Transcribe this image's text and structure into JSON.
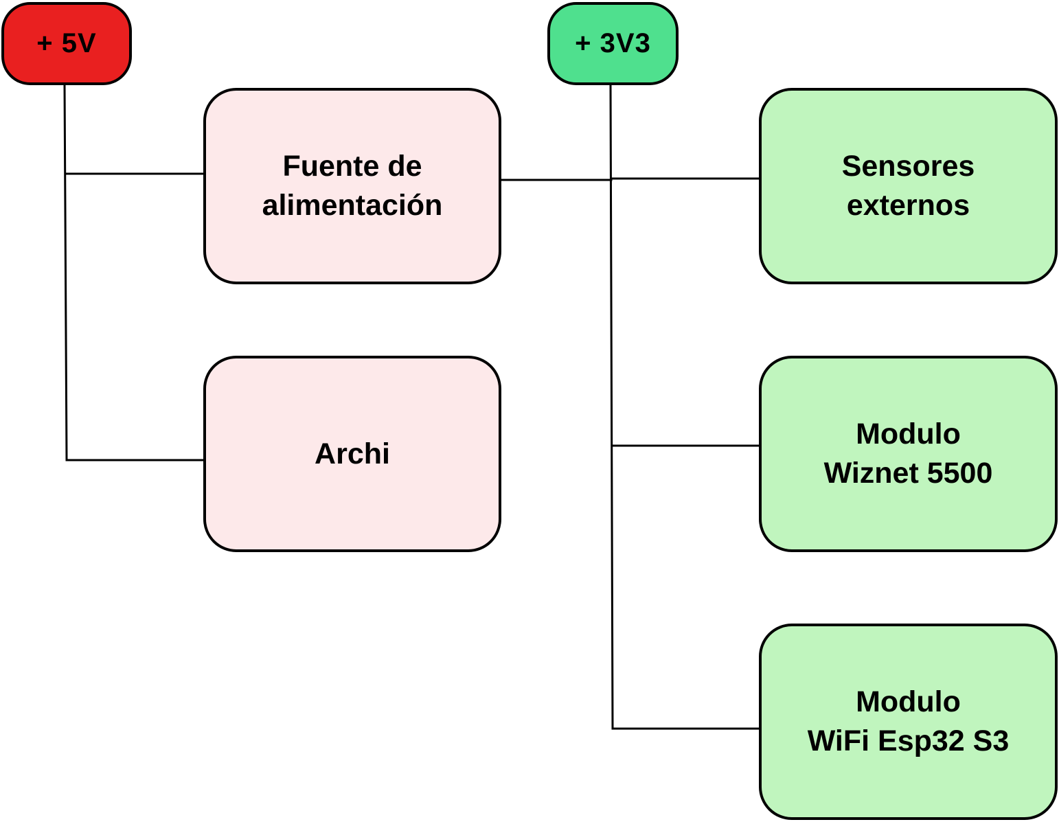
{
  "rails": {
    "v5": {
      "label": "+ 5V",
      "color": "#E92020"
    },
    "v3v3": {
      "label": "+ 3V3",
      "color": "#4FE08E"
    }
  },
  "blocks": {
    "fuente": {
      "label": "Fuente de\nalimentación",
      "color": "#FDE9EA"
    },
    "archi": {
      "label": "Archi",
      "color": "#FDE9EA"
    },
    "sensores": {
      "label": "Sensores\nexternos",
      "color": "#C0F5BE"
    },
    "wiznet": {
      "label": "Modulo\nWiznet 5500",
      "color": "#C0F5BE"
    },
    "esp32": {
      "label": "Modulo\nWiFi Esp32 S3",
      "color": "#C0F5BE"
    }
  },
  "connections": [
    {
      "from": "+ 5V",
      "to": "Fuente de alimentación"
    },
    {
      "from": "+ 5V",
      "to": "Archi"
    },
    {
      "from": "Fuente de alimentación",
      "to": "+ 3V3"
    },
    {
      "from": "+ 3V3",
      "to": "Sensores externos"
    },
    {
      "from": "+ 3V3",
      "to": "Modulo Wiznet 5500"
    },
    {
      "from": "+ 3V3",
      "to": "Modulo WiFi Esp32 S3"
    }
  ]
}
